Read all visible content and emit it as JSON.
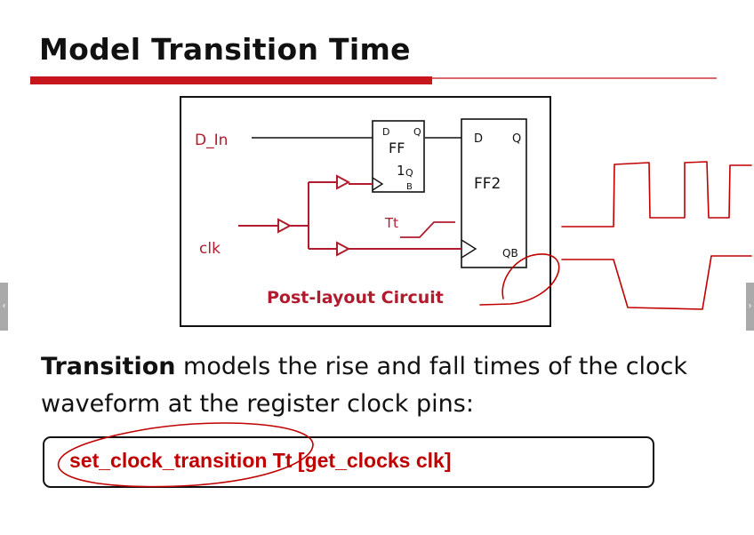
{
  "slide": {
    "title": "Model Transition Time",
    "paragraph_bold": "Transition",
    "paragraph_rest": " models the rise and fall times of the clock waveform at the register clock pins:",
    "command": "set_clock_transition Tt [get_clocks clk]"
  },
  "diagram": {
    "labels": {
      "d_in": "D_In",
      "clk": "clk",
      "tt": "Tt",
      "caption": "Post-layout Circuit"
    },
    "ff1": {
      "name": "FF",
      "sub": "1",
      "pin_d": "D",
      "pin_q": "Q",
      "pin_qb_q": "Q",
      "pin_qb_b": "B"
    },
    "ff2": {
      "name": "FF2",
      "pin_d": "D",
      "pin_q": "Q",
      "pin_qb": "QB"
    }
  },
  "nav": {
    "prev": "‹",
    "next": "›"
  },
  "colors": {
    "accent": "#c8161d",
    "red_text": "#b01c2e",
    "ink": "#c00000"
  }
}
